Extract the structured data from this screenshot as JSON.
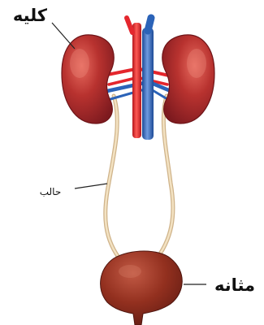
{
  "labels": {
    "kidney": "کلیه",
    "ureter": "حالب",
    "bladder": "مثانه"
  },
  "colors": {
    "kidney": "#a8232c",
    "kidney_highlight": "#e05a5a",
    "artery": "#e4262d",
    "vein": "#2b63b8",
    "ureter": "#e6cfa8",
    "bladder": "#8e2a1f",
    "label_line": "#222222"
  }
}
